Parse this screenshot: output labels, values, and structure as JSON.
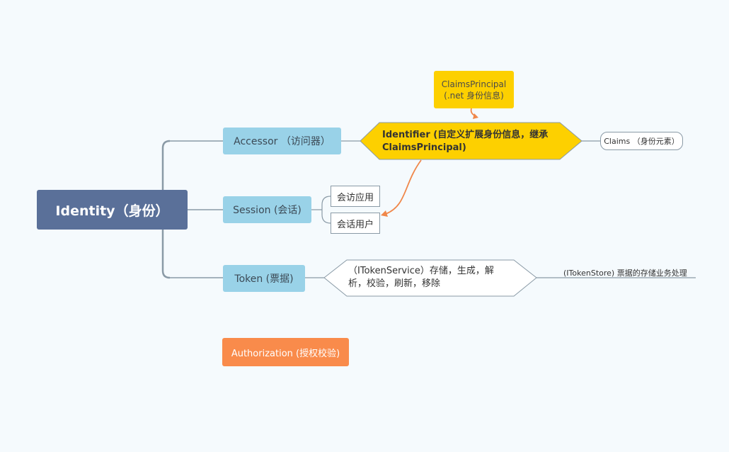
{
  "root": {
    "label": "Identity（身份）"
  },
  "branches": {
    "accessor": {
      "label": "Accessor  （访问器）"
    },
    "session": {
      "label": "Session (会话)"
    },
    "token": {
      "label": "Token (票据)"
    }
  },
  "authorization": {
    "label": "Authorization (授权校验)"
  },
  "claims_principal": {
    "line1": "ClaimsPrincipal",
    "line2": "(.net 身份信息)"
  },
  "identifier": {
    "label": "Identifier (自定义扩展身份信息，继承ClaimsPrincipal)"
  },
  "claims": {
    "label": "Claims （身份元素）"
  },
  "session_children": [
    "会访应用",
    "会话用户"
  ],
  "token_service": {
    "label": "（ITokenService）存储，生成，解析，校验，刷新，移除"
  },
  "token_store": {
    "label": "(ITokenStore)   票据的存储业务处理"
  },
  "colors": {
    "root": "#5a7099",
    "branch": "#99d2e8",
    "highlight": "#fdd000",
    "authorization": "#f98b4b",
    "arrow": "#f0874a",
    "connector": "#8a9aa6"
  }
}
